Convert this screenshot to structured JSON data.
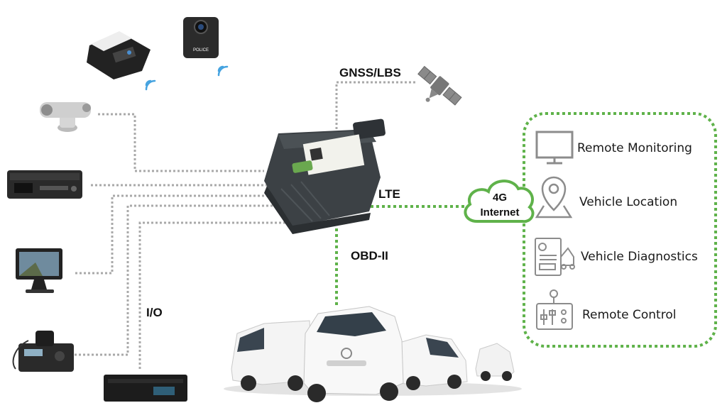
{
  "labels": {
    "gnss": "GNSS/LBS",
    "lte": "LTE",
    "obd": "OBD-II",
    "io": "I/O",
    "cloud_line1": "4G",
    "cloud_line2": "Internet"
  },
  "device_badge": "POLICE",
  "features": [
    {
      "label": "Remote Monitoring",
      "icon": "monitor-icon"
    },
    {
      "label": "Vehicle Location",
      "icon": "map-pin-icon"
    },
    {
      "label": "Vehicle Diagnostics",
      "icon": "diagnostics-icon"
    },
    {
      "label": "Remote Control",
      "icon": "control-panel-icon"
    }
  ],
  "colors": {
    "green": "#5fb24a",
    "gray_line": "#a9a9a9",
    "device": "#3c4145"
  }
}
